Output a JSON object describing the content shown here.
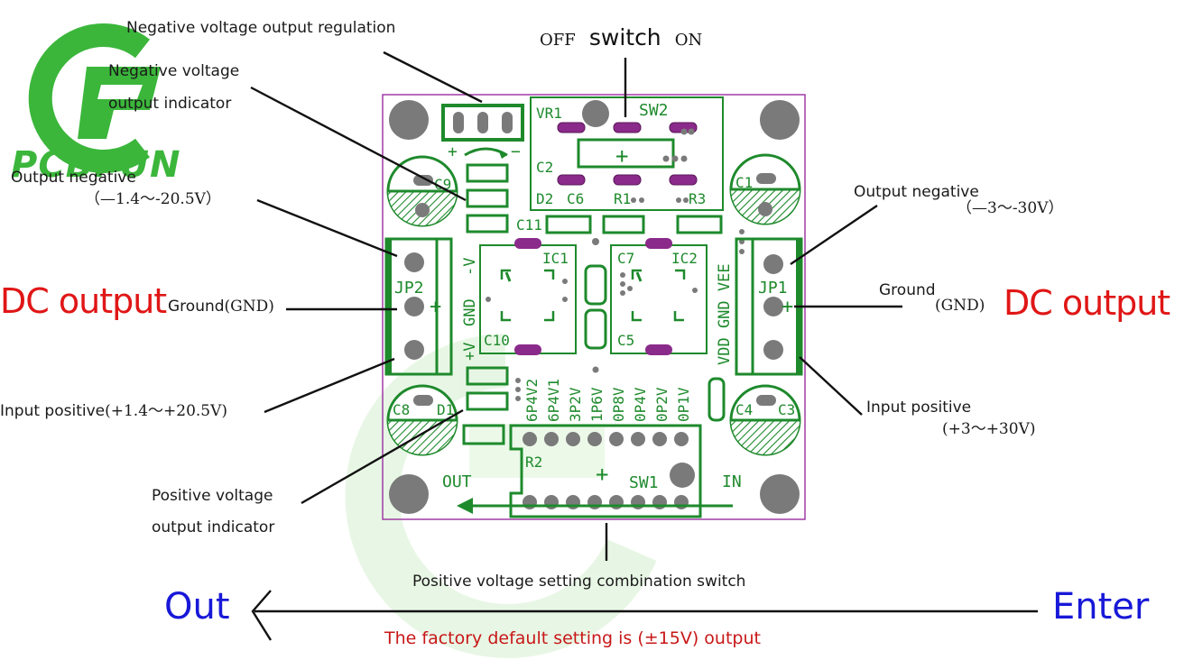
{
  "colors": {
    "board_green": "#1e8a2c",
    "outline_purple": "#9a2ea0",
    "pad_purple": "#8a2a8a",
    "hole_gray": "#7a7a7a",
    "red": "#e01616",
    "blue": "#1818d8",
    "logo_green": "#3bb63b"
  },
  "logo": {
    "text": "PCBFUN"
  },
  "annotations": {
    "neg_regulation": "Negative voltage output regulation",
    "neg_indicator_l1": "Negative voltage",
    "neg_indicator_l2": "output indicator",
    "switch_off": "OFF",
    "switch_word": "switch",
    "switch_on": "ON",
    "out_neg_left_l1": "Output negative",
    "out_neg_left_l2": "（—1.4～-20.5V）",
    "dc_output_left": "DC output",
    "ground_left_a": "Ground",
    "ground_left_b": "(GND)",
    "input_pos_left_a": "Input positive",
    "input_pos_left_b": "(+1.4～+20.5V)",
    "pos_indicator_l1": "Positive voltage",
    "pos_indicator_l2": "output indicator",
    "out_neg_right_l1": "Output negative",
    "out_neg_right_l2": "（—3～-30V）",
    "ground_right_a": "Ground",
    "ground_right_b": "(GND)",
    "dc_output_right": "DC output",
    "input_pos_right_l1": "Input positive",
    "input_pos_right_l2": "(+3～+30V)",
    "combo_switch": "Positive voltage setting combination switch",
    "out_word": "Out",
    "enter_word": "Enter",
    "factory_note": "The factory default setting is (±15V) output"
  },
  "silkscreen": {
    "vr1": "VR1",
    "sw2": "SW2",
    "c2": "C2",
    "d2": "D2",
    "c6": "C6",
    "r1": "R1",
    "r3": "R3",
    "c9": "C9",
    "c1": "C1",
    "c11": "C11",
    "ic1": "IC1",
    "ic2": "IC2",
    "c7": "C7",
    "c10": "C10",
    "c5": "C5",
    "jp2": "JP2",
    "jp1": "JP1",
    "gnd": "GND",
    "neg_v": "-V",
    "pos_v": "+V",
    "vdd_gnd_vee": "VDD GND VEE",
    "c8": "C8",
    "d1": "D1",
    "c4": "C4",
    "c3": "C3",
    "r2": "R2",
    "out": "OUT",
    "in": "IN",
    "sw1": "SW1",
    "plus": "+",
    "minus": "−",
    "vr_plus": "+",
    "vr_minus": "−",
    "switch_labels": [
      "6P4V2",
      "6P4V1",
      "3P2V",
      "1P6V",
      "0P8V",
      "0P4V",
      "0P2V",
      "0P1V"
    ]
  }
}
